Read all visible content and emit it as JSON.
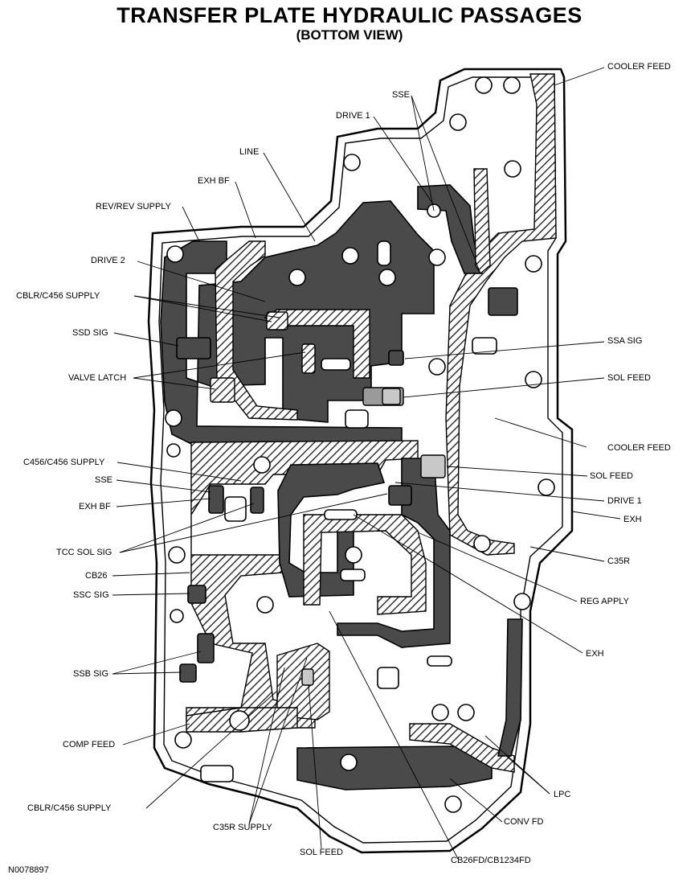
{
  "title": "TRANSFER PLATE HYDRAULIC PASSAGES",
  "subtitle": "(BOTTOM VIEW)",
  "figure_code": "N0078897",
  "labels": {
    "cooler_feed_top": "COOLER FEED",
    "sse_top": "SSE",
    "drive1_top": "DRIVE 1",
    "line": "LINE",
    "exh_bf_top": "EXH BF",
    "rev_supply": "REV/REV SUPPLY",
    "drive2": "DRIVE 2",
    "cblr_c456_supply_top": "CBLR/C456 SUPPLY",
    "ssd_sig": "SSD SIG",
    "ssa_sig": "SSA SIG",
    "valve_latch": "VALVE LATCH",
    "sol_feed_right1": "SOL FEED",
    "cooler_feed_right": "COOLER FEED",
    "c456_supply": "C456/C456 SUPPLY",
    "sol_feed_right2": "SOL FEED",
    "sse_left": "SSE",
    "drive1_right": "DRIVE 1",
    "exh_bf_left": "EXH BF",
    "exh_right1": "EXH",
    "tcc_sol_sig": "TCC SOL SIG",
    "c35r": "C35R",
    "cb26": "CB26",
    "reg_apply": "REG APPLY",
    "ssc_sig": "SSC SIG",
    "exh_right2": "EXH",
    "ssb_sig": "SSB SIG",
    "comp_feed": "COMP FEED",
    "lpc": "LPC",
    "cblr_c456_supply_bottom": "CBLR/C456 SUPPLY",
    "conv_fd": "CONV FD",
    "c35r_supply": "C35R SUPPLY",
    "sol_feed_bottom": "SOL FEED",
    "cb26fd": "CB26FD/CB1234FD"
  }
}
